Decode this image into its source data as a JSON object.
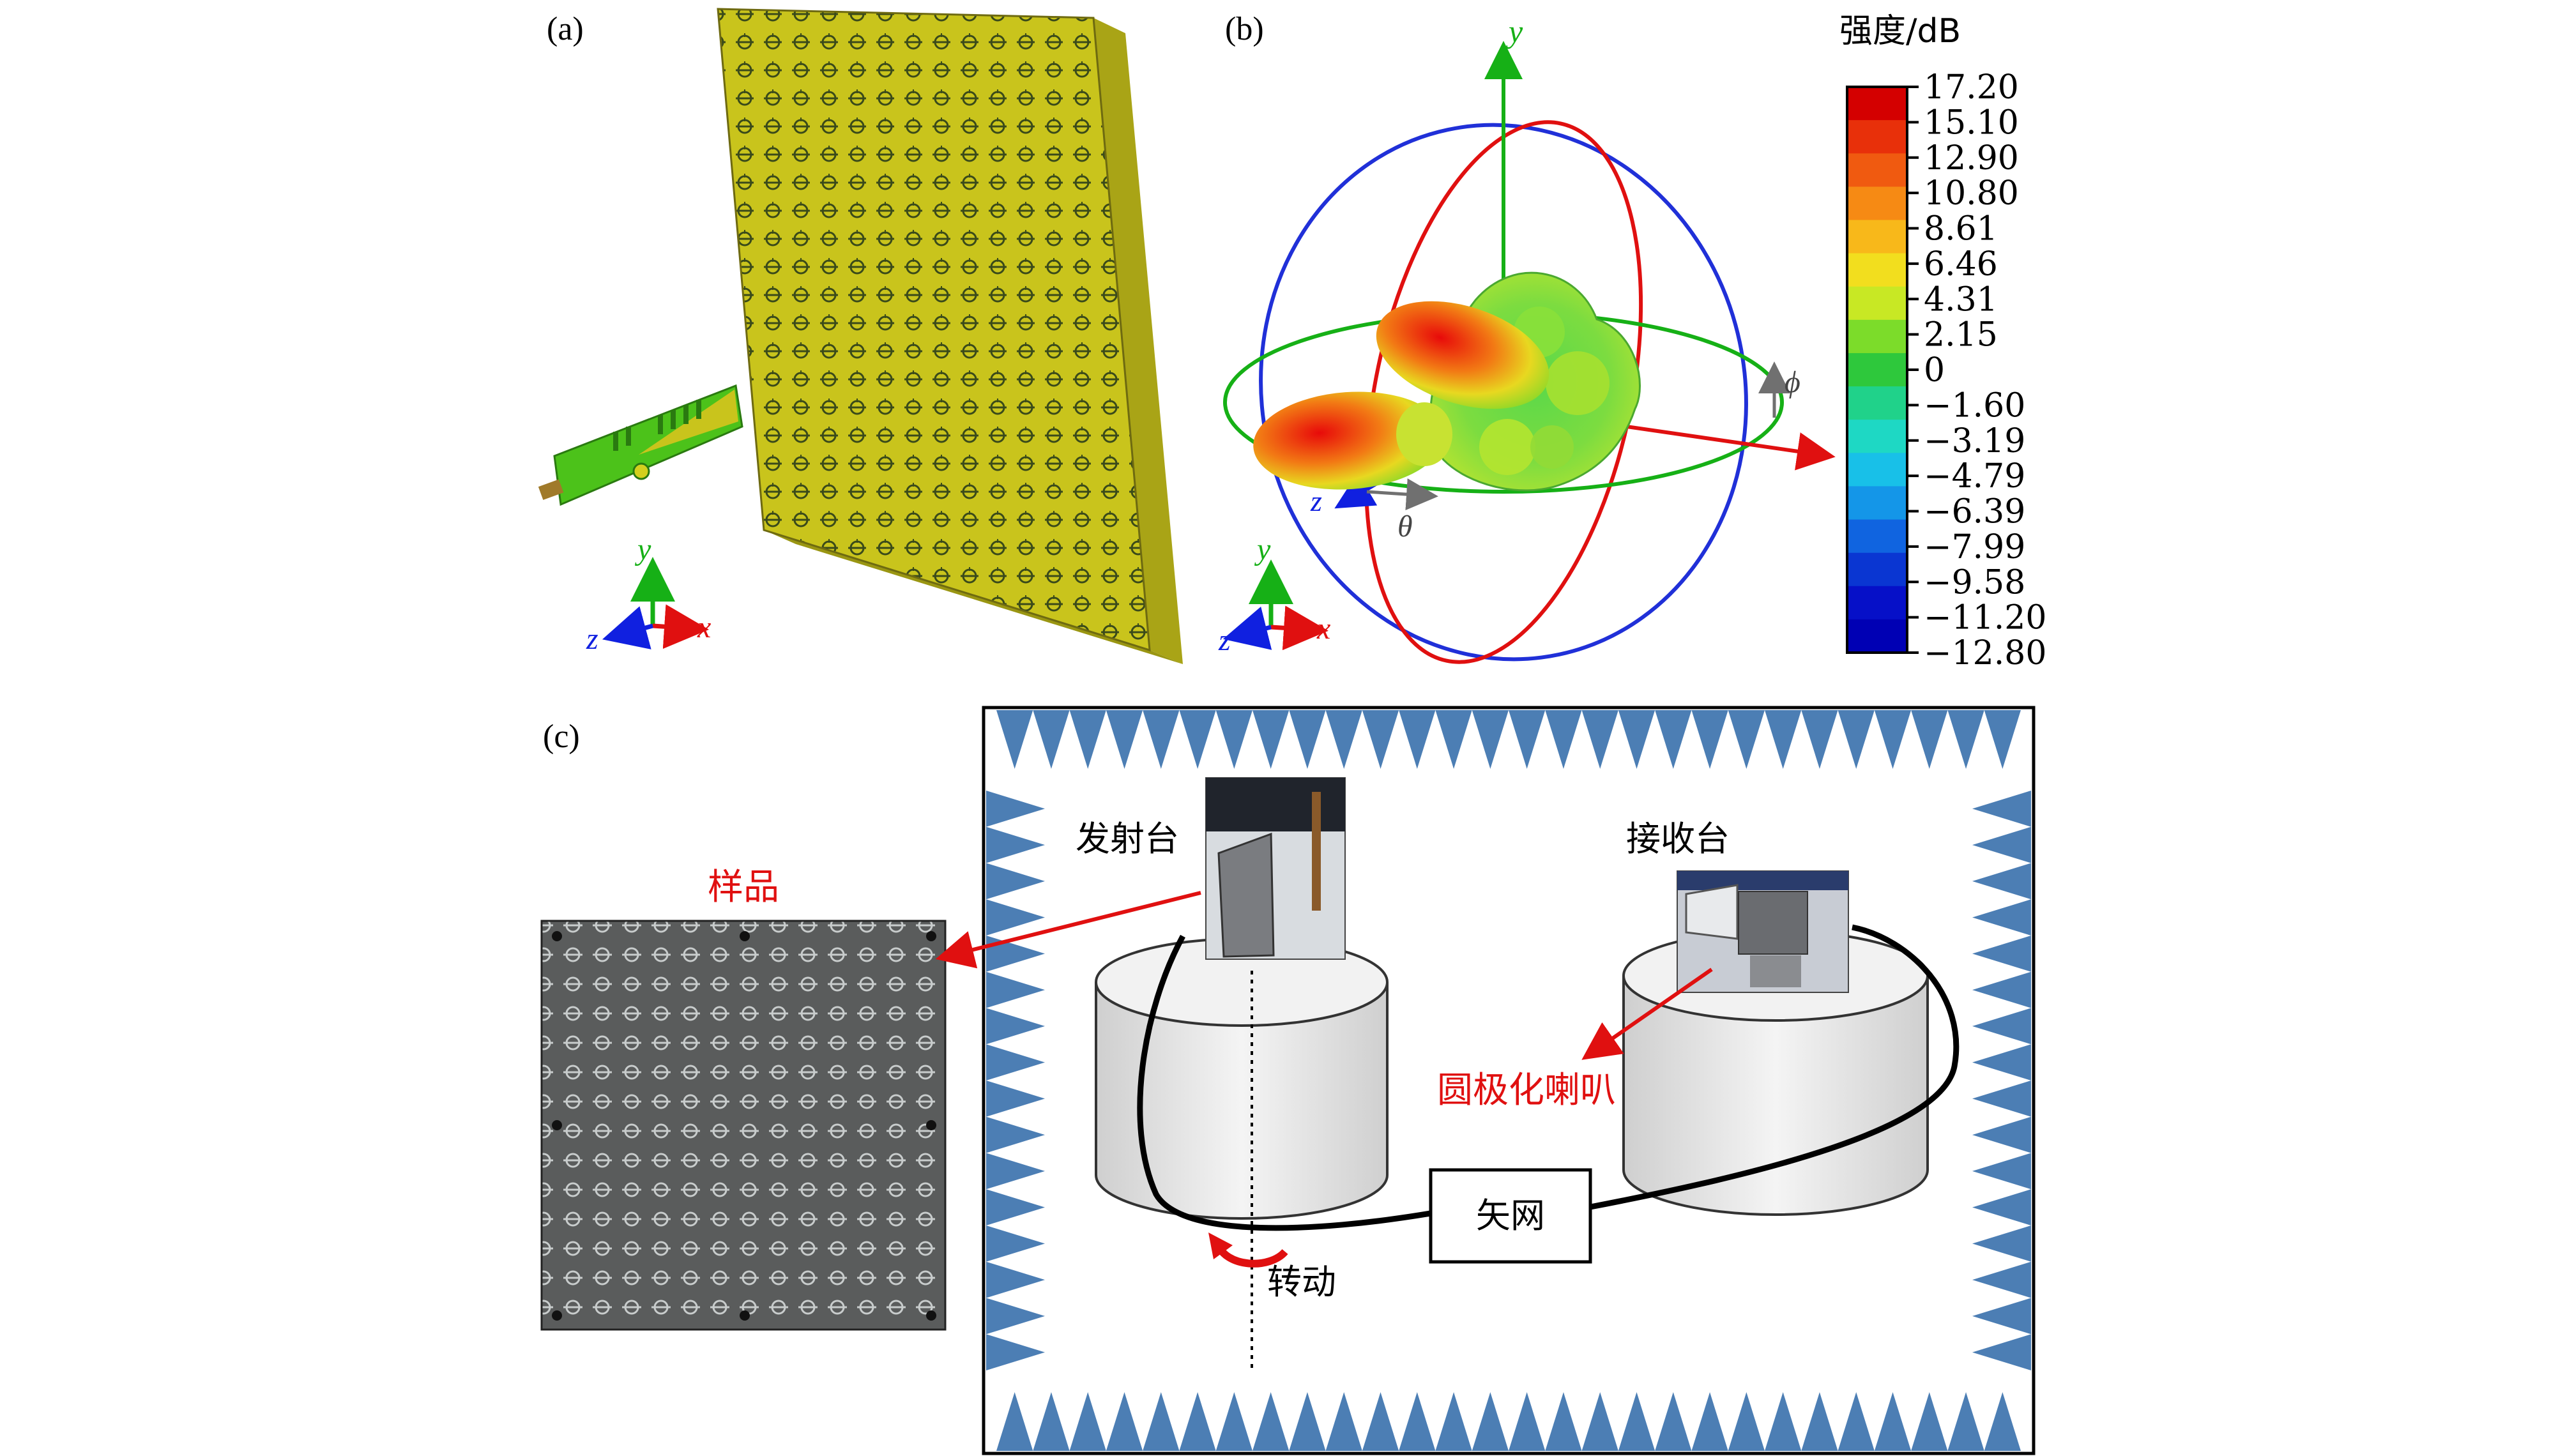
{
  "panels": {
    "a": {
      "label": "(a)",
      "axes": {
        "y": "y",
        "z": "z",
        "x": "x"
      }
    },
    "b": {
      "label": "(b)",
      "axes": {
        "y": "y",
        "z": "z",
        "x": "x",
        "theta": "θ",
        "phi": "ϕ",
        "top_y": "y",
        "pattern_z": "z"
      }
    },
    "c": {
      "label": "(c)",
      "sample_label": "样品",
      "transmit_label": "发射台",
      "receive_label": "接收台",
      "horn_label": "圆极化喇叭",
      "vna_label": "矢网",
      "rotate_label": "转动"
    }
  },
  "colorbar": {
    "title": "强度/dB",
    "ticks": [
      "17.20",
      "15.10",
      "12.90",
      "10.80",
      "8.61",
      "6.46",
      "4.31",
      "2.15",
      "0",
      "−1.60",
      "−3.19",
      "−4.79",
      "−6.39",
      "−7.99",
      "−9.58",
      "−11.20",
      "−12.80"
    ],
    "colors": [
      "#d40000",
      "#e8300a",
      "#f05a10",
      "#f68a14",
      "#f8b81a",
      "#f2de1e",
      "#c8e824",
      "#7cdc2a",
      "#2ec83c",
      "#20d28a",
      "#1ed8c4",
      "#18c0e8",
      "#1496e8",
      "#1064e0",
      "#0a36d2",
      "#0610c8",
      "#0000b4"
    ]
  },
  "colors": {
    "sample_yellow": "#c9c41c",
    "horn_green": "#4cc21a",
    "absorber_blue": "#4c7eb4",
    "annotation_red": "#e01010",
    "axis_green": "#16b016",
    "axis_red": "#e01010",
    "axis_blue": "#1020e0"
  }
}
